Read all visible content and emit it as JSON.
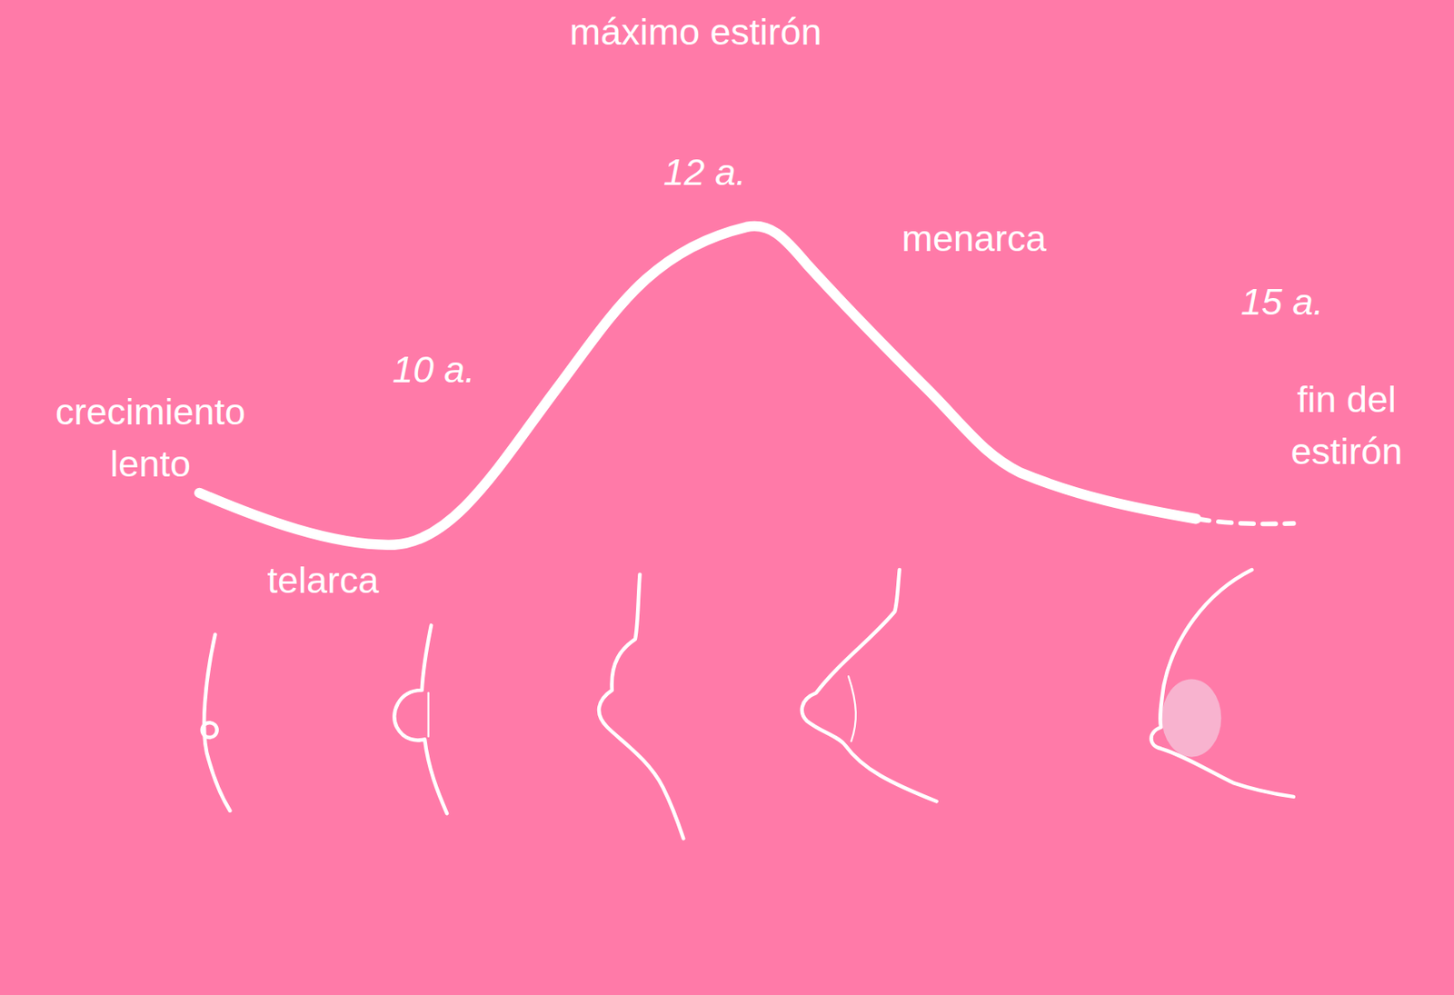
{
  "diagram": {
    "labels": [
      "máximo estirón",
      "12 a.",
      "menarca",
      "15 a.",
      "crecimiento lento",
      "10 a.",
      "fin del estirón",
      "telarca"
    ]
  }
}
